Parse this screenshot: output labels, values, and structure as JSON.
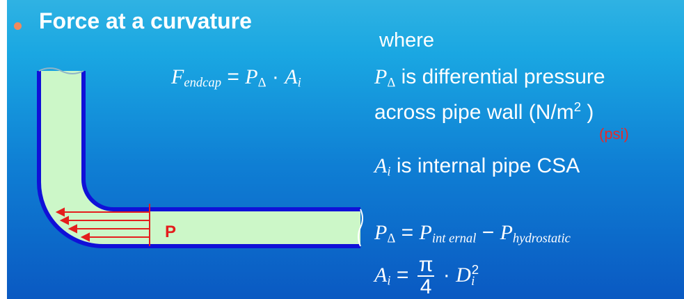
{
  "slide": {
    "title": "Force at a curvature",
    "where": "where",
    "formula_endcap": {
      "lhs": "F",
      "lhs_sub": "endcap",
      "op": "=",
      "p": "P",
      "p_sub": "Δ",
      "dot": "·",
      "a": "A",
      "a_sub": "i"
    },
    "def_p": {
      "sym": "P",
      "sub": "Δ",
      "text": " is differential pressure"
    },
    "def_p_line2": {
      "text": "across pipe wall (N/m",
      "sup": "2",
      "close": " )"
    },
    "unit_alt": "(psi)",
    "def_a": {
      "sym": "A",
      "sub": "i",
      "text": " is internal pipe CSA"
    },
    "eq_pressure": {
      "lhs": "P",
      "lhs_sub": "Δ",
      "op": "=",
      "t1": "P",
      "t1_sub": "int ernal",
      "minus": "−",
      "t2": "P",
      "t2_sub": "hydrostatic"
    },
    "eq_area": {
      "lhs": "A",
      "lhs_sub": "i",
      "op": "=",
      "num": "π",
      "den": "4",
      "dot": "·",
      "d": "D",
      "d_sub": "i",
      "d_sup": "2"
    },
    "diagram": {
      "pressure_label": "P"
    }
  },
  "colors": {
    "pipe_wall": "#1010d8",
    "pipe_fill": "#ccf7c8",
    "arrows": "#e41d1d",
    "unit_alt": "#e32b2b",
    "bullet": "#f28a5c"
  }
}
